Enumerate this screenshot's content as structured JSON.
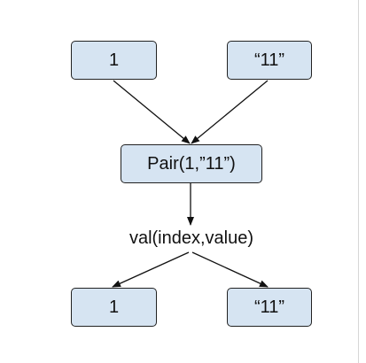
{
  "colors": {
    "node_fill": "#d6e4f2",
    "node_border": "#222222",
    "edge": "#111111",
    "text": "#111111"
  },
  "nodes": {
    "input_int": "1",
    "input_str": "“11”",
    "pair": "Pair(1,”11”)",
    "output_int": "1",
    "output_str": "“11”"
  },
  "split_label": "val(index,value)"
}
